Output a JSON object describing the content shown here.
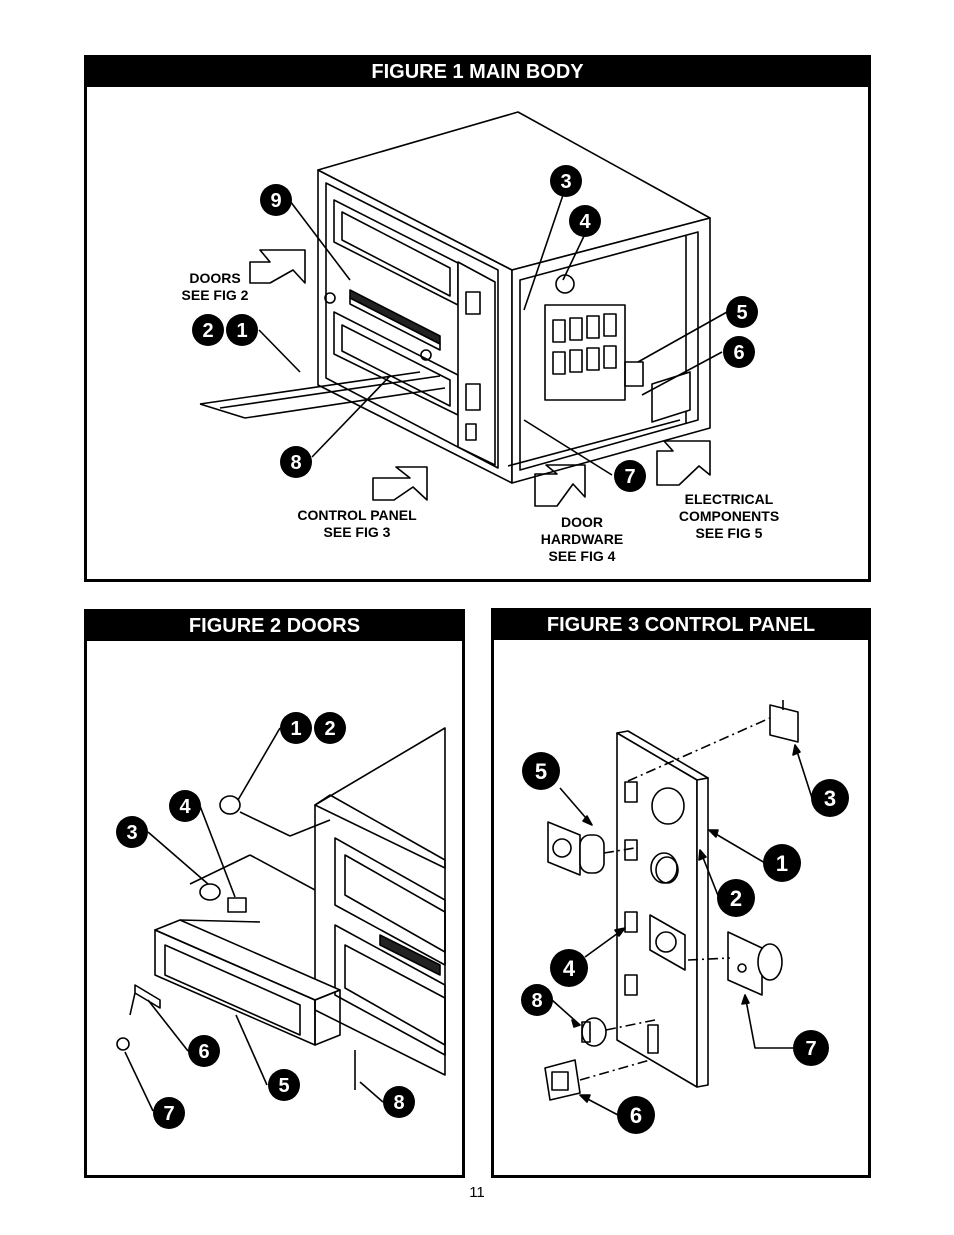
{
  "page": {
    "number": "11"
  },
  "figures": [
    {
      "title": "FIGURE 1   MAIN BODY",
      "labels": [
        "DOORS\nSEE FIG 2",
        "CONTROL PANEL\n SEE FIG 3",
        "DOOR\nHARDWARE\n  SEE FIG 4",
        "ELECTRICAL\nCOMPONENTS\n SEE FIG 5"
      ],
      "callouts": [
        "9",
        "3",
        "4",
        "2",
        "1",
        "5",
        "6",
        "8",
        "7"
      ]
    },
    {
      "title": "FIGURE 2   DOORS",
      "callouts": [
        "1",
        "2",
        "4",
        "3",
        "6",
        "5",
        "7",
        "8"
      ]
    },
    {
      "title": "FIGURE 3   CONTROL PANEL",
      "callouts": [
        "5",
        "3",
        "1",
        "2",
        "4",
        "8",
        "7",
        "6"
      ]
    }
  ]
}
